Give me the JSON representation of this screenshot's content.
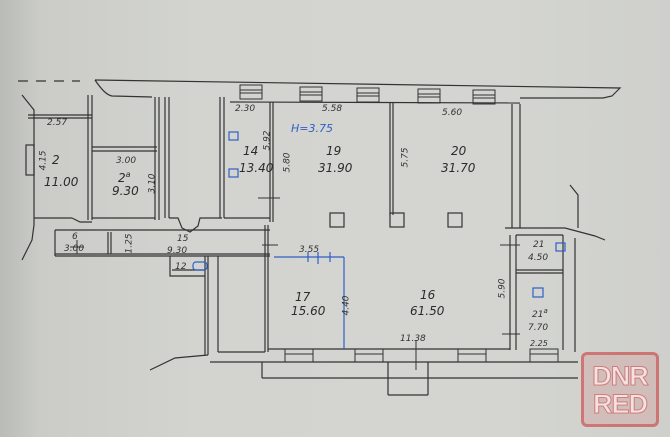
{
  "plan": {
    "ceiling_height": "H=3.75",
    "rooms": [
      {
        "number": "2",
        "area": "11.00",
        "dims": [
          "2.57",
          "4.15"
        ]
      },
      {
        "number": "2a",
        "area": "9.30",
        "dims": [
          "3.00",
          "3.10"
        ]
      },
      {
        "number": "6",
        "area": "3.00",
        "dims": [
          "1.25"
        ]
      },
      {
        "number": "15",
        "area": "9.30",
        "dims": []
      },
      {
        "number": "12",
        "area": "",
        "dims": []
      },
      {
        "number": "14",
        "area": "13.40",
        "dims": [
          "2.30",
          "5.92"
        ]
      },
      {
        "number": "19",
        "area": "31.90",
        "dims": [
          "5.58",
          "5.80"
        ]
      },
      {
        "number": "20",
        "area": "31.70",
        "dims": [
          "5.60",
          "5.75"
        ]
      },
      {
        "number": "17",
        "area": "15.60",
        "dims": [
          "3.55",
          "4.40"
        ]
      },
      {
        "number": "16",
        "area": "61.50",
        "dims": [
          "11.38",
          "5.90"
        ]
      },
      {
        "number": "21",
        "area": "4.50",
        "dims": []
      },
      {
        "number": "21a",
        "area": "7.70",
        "dims": [
          "2.25"
        ]
      }
    ],
    "labels": {
      "r2_num": "2",
      "r2_area": "11.00",
      "r2_w": "2.57",
      "r2_h": "4.15",
      "r2a_num": "2",
      "r2a_sup": "a",
      "r2a_area": "9.30",
      "r2a_w": "3.00",
      "r2a_h": "3.10",
      "r6_num": "6",
      "r6_area": "3.00",
      "r6_h": "1.25",
      "r15_num": "15",
      "r15_area": "9.30",
      "r12_num": "12",
      "r14_num": "14",
      "r14_area": "13.40",
      "r14_w": "2.30",
      "r14_h": "5.92",
      "r19_num": "19",
      "r19_area": "31.90",
      "r19_w": "5.58",
      "r19_h": "5.80",
      "r20_num": "20",
      "r20_area": "31.70",
      "r20_w": "5.60",
      "r20_h": "5.75",
      "r17_num": "17",
      "r17_area": "15.60",
      "r17_w": "3.55",
      "r17_h": "4.40",
      "r16_num": "16",
      "r16_area": "61.50",
      "r16_w": "11.38",
      "r16_h": "5.90",
      "r21_num": "21",
      "r21_area": "4.50",
      "r21a_num": "21",
      "r21a_sup": "a",
      "r21a_area": "7.70",
      "r21a_w": "2.25"
    }
  },
  "watermark": {
    "line1": "DNR",
    "line2": "RED"
  },
  "colors": {
    "ink": "#2b2b2b",
    "blue_annotation": "#2f5fc4",
    "paper": "#d3d4d0",
    "watermark": "#c84646"
  }
}
